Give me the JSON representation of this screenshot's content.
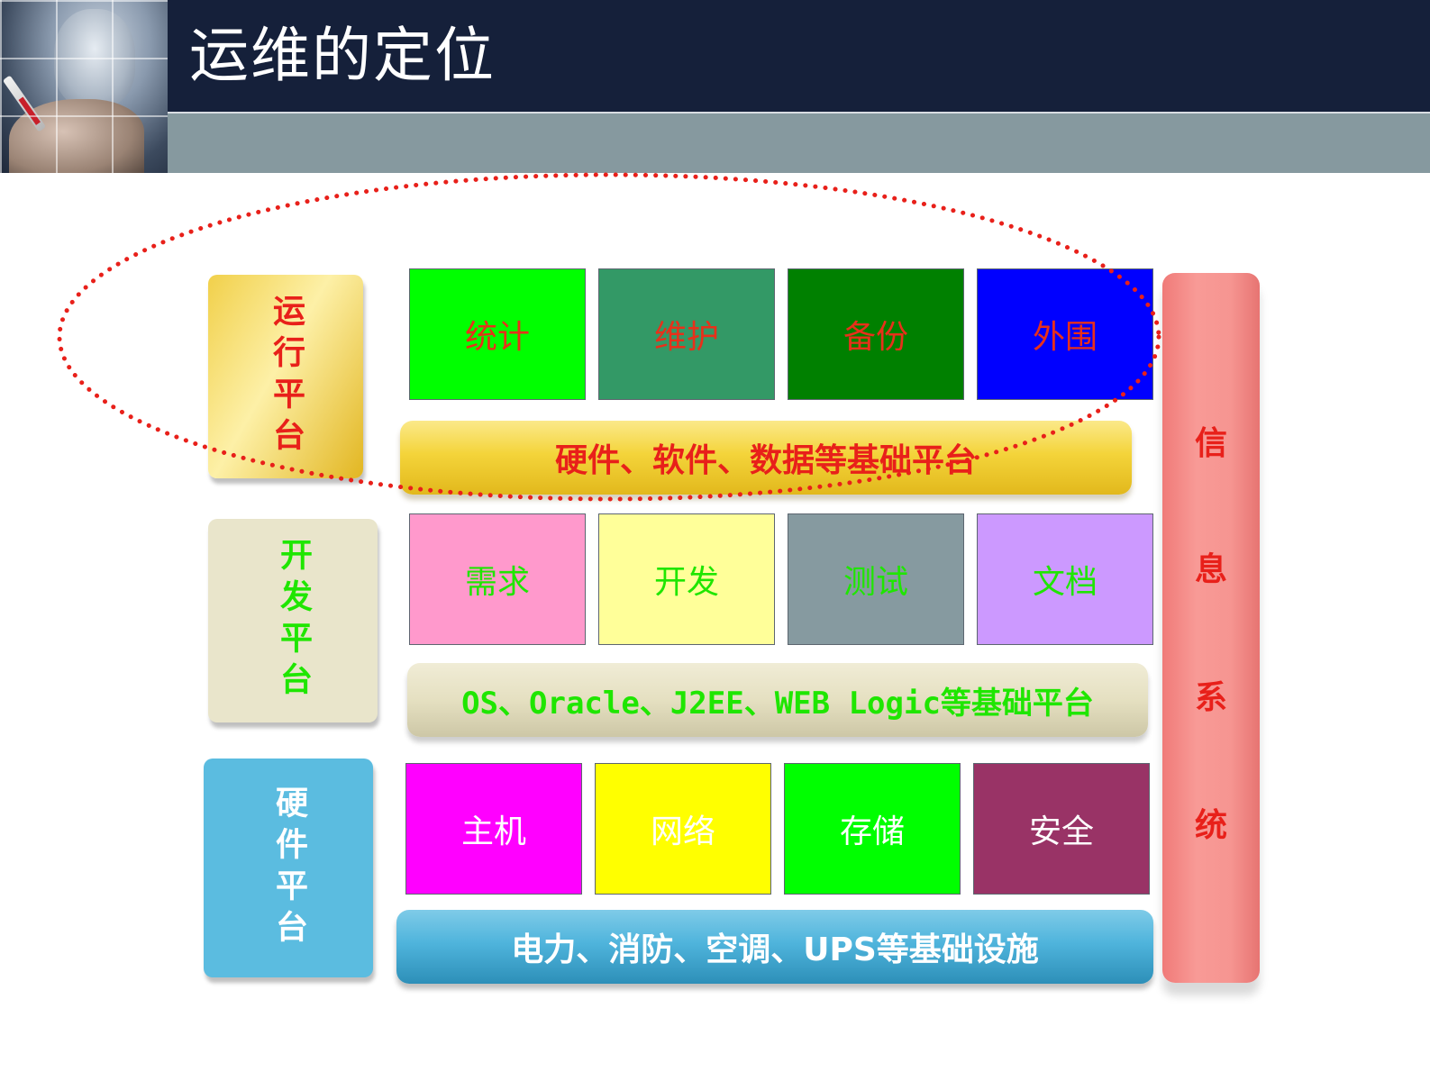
{
  "header": {
    "title": "运维的定位"
  },
  "platforms": {
    "run": "运行平台",
    "dev": "开发平台",
    "hw": "硬件平台"
  },
  "run_tiles": [
    {
      "label": "统计",
      "color": "#00ff00"
    },
    {
      "label": "维护",
      "color": "#339966"
    },
    {
      "label": "备份",
      "color": "#008000"
    },
    {
      "label": "外围",
      "color": "#0000ff"
    }
  ],
  "dev_tiles": [
    {
      "label": "需求",
      "color": "#ff99cc"
    },
    {
      "label": "开发",
      "color": "#ffff99"
    },
    {
      "label": "测试",
      "color": "#869aa0"
    },
    {
      "label": "文档",
      "color": "#cc99ff"
    }
  ],
  "hw_tiles": [
    {
      "label": "主机",
      "color": "#ff00ff"
    },
    {
      "label": "网络",
      "color": "#ffff00"
    },
    {
      "label": "存储",
      "color": "#00ff00"
    },
    {
      "label": "安全",
      "color": "#993366"
    }
  ],
  "banners": {
    "run": "硬件、软件、数据等基础平台",
    "dev": "OS、Oracle、J2EE、WEB Logic等基础平台",
    "hw": "电力、消防、空调、UPS等基础设施"
  },
  "info_system": {
    "chars": [
      "信",
      "息",
      "系",
      "统"
    ]
  },
  "colors": {
    "header_bar": "#15203a",
    "header_sub": "#86999f",
    "ellipse": "#e8201a"
  }
}
